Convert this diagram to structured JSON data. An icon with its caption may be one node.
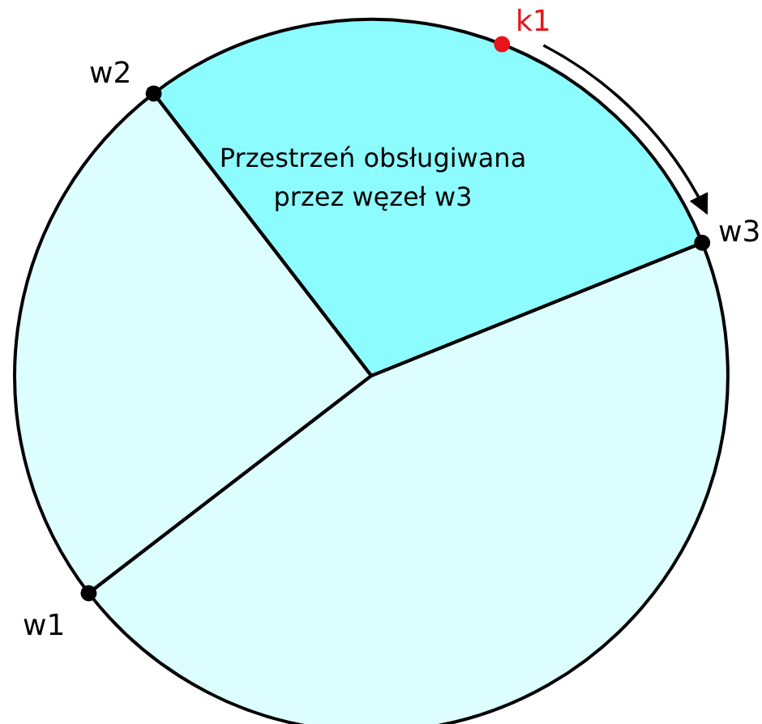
{
  "diagram": {
    "nodes": [
      {
        "text": [],
        "shape": "circle",
        "beside": [
          "w2"
        ]
      },
      {
        "text": [],
        "shape": "circle",
        "beside": [
          "k1"
        ]
      },
      {
        "text": [
          "Przestrzeń obsługiwana przez węzeł w3"
        ]
      },
      {
        "text": [],
        "shape": "circle",
        "beside": [
          "w3"
        ]
      },
      {
        "text": [],
        "shape": "sector"
      },
      {
        "text": [],
        "shape": "circle",
        "beside": [
          "w1"
        ]
      },
      {
        "text": [],
        "shape": "sector"
      }
    ],
    "edges": [
      {
        "from": 1,
        "to": 3,
        "arrow": "to"
      }
    ]
  }
}
